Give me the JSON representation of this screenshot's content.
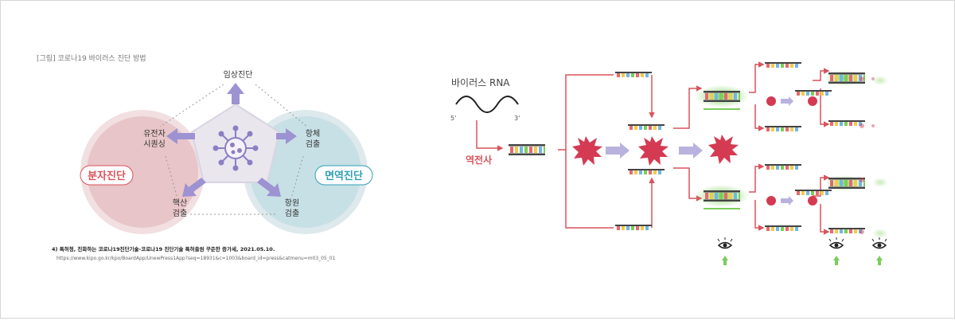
{
  "left_panel": {
    "caption": "[그림] 코로나19 바이러스 진단 방법",
    "nodes": {
      "top": "임상진단",
      "left_line1": "유전자",
      "left_line2": "시퀀싱",
      "right_line1": "항체",
      "right_line2": "검출",
      "bottom_left_line1": "핵산",
      "bottom_left_line2": "검출",
      "bottom_right_line1": "항원",
      "bottom_right_line2": "검출"
    },
    "badges": {
      "molecular": "분자진단",
      "immune": "면역진단"
    },
    "colors": {
      "molecular_circle": "#e8c5c8",
      "immune_circle": "#c7e0e5",
      "molecular_text": "#d9545c",
      "immune_text": "#2f9fb6",
      "arrow": "#8d82c6",
      "pentagon": "#e9e6ee"
    },
    "reference_line1": "4) 특허청, 진화하는 코로나19진단기술-코로나19 진단기술 특허출원 꾸준한 증가세, 2021.05.10.",
    "reference_line2": "https://www.kipo.go.kr/kpo/BoardApp/UnewPress1App?seq=18931&c=1003&board_id=press&catmenu=m03_05_01"
  },
  "right_panel": {
    "title": "바이러스 RNA",
    "five_prime": "5'",
    "three_prime": "3'",
    "label_rt": "역전사",
    "colors": {
      "arrow": "#d9545c",
      "star": "#d43a52",
      "glow": "#7ccd5a",
      "process_arrow": "#b9b2de"
    }
  }
}
